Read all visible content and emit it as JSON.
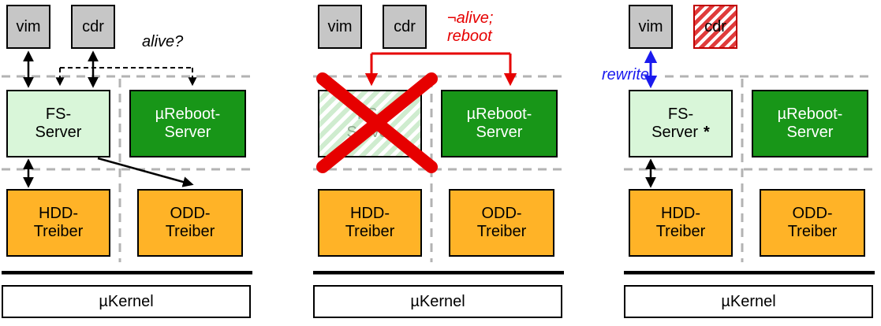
{
  "diagram": {
    "boxes": {
      "vim": "vim",
      "cdr": "cdr",
      "fs_server": [
        "FS-",
        "Server"
      ],
      "ureboot_server": [
        "µReboot-",
        "Server"
      ],
      "hdd_driver": [
        "HDD-",
        "Treiber"
      ],
      "odd_driver": [
        "ODD-",
        "Treiber"
      ],
      "kernel": "µKernel"
    },
    "annotations": {
      "alive": "alive?",
      "not_alive": [
        "¬alive;",
        "reboot"
      ],
      "rewrite": "rewrite",
      "fs_star": "*"
    },
    "colors": {
      "app_gray": "#c6c6c6",
      "fs_light_green": "#d9f6d9",
      "server_dark_green": "#189618",
      "driver_orange": "#ffb327",
      "alert_red": "#e60000",
      "rewrite_blue": "#1a1aee",
      "boundary_gray": "#b3b3b3"
    }
  }
}
